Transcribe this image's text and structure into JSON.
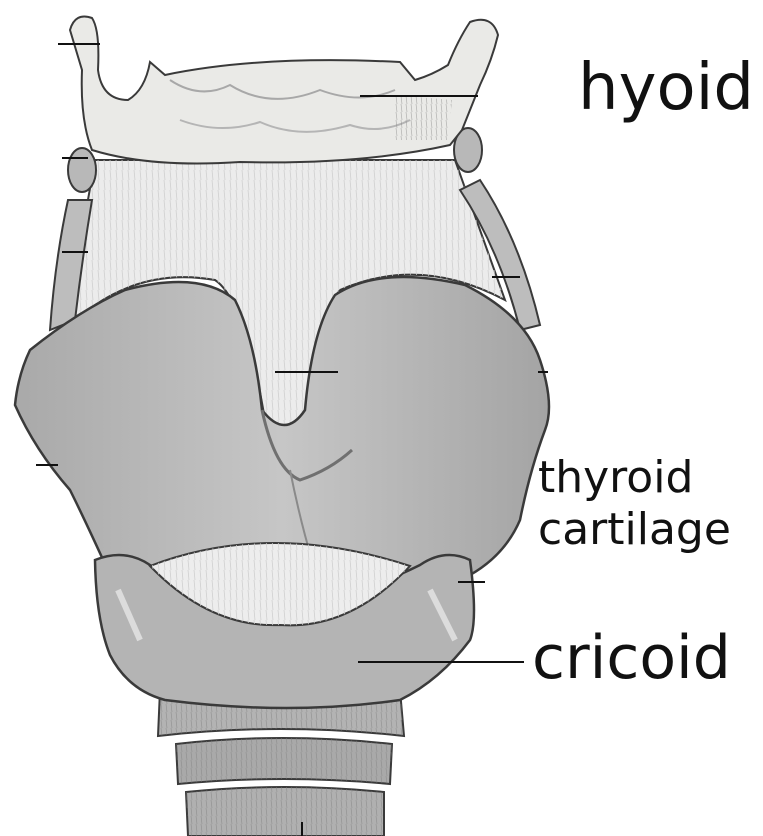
{
  "labels": {
    "hyoid": "hyoid",
    "thyroid_line1": "thyroid",
    "thyroid_line2": "cartilage",
    "cricoid": "cricoid"
  },
  "colors": {
    "background": "#ffffff",
    "cartilage": "#b9b9b9",
    "cartilage_dark": "#8f8f8f",
    "bone": "#e9e9e6",
    "membrane": "#ececec",
    "outline": "#3a3a3a",
    "leader_line": "#111111"
  }
}
